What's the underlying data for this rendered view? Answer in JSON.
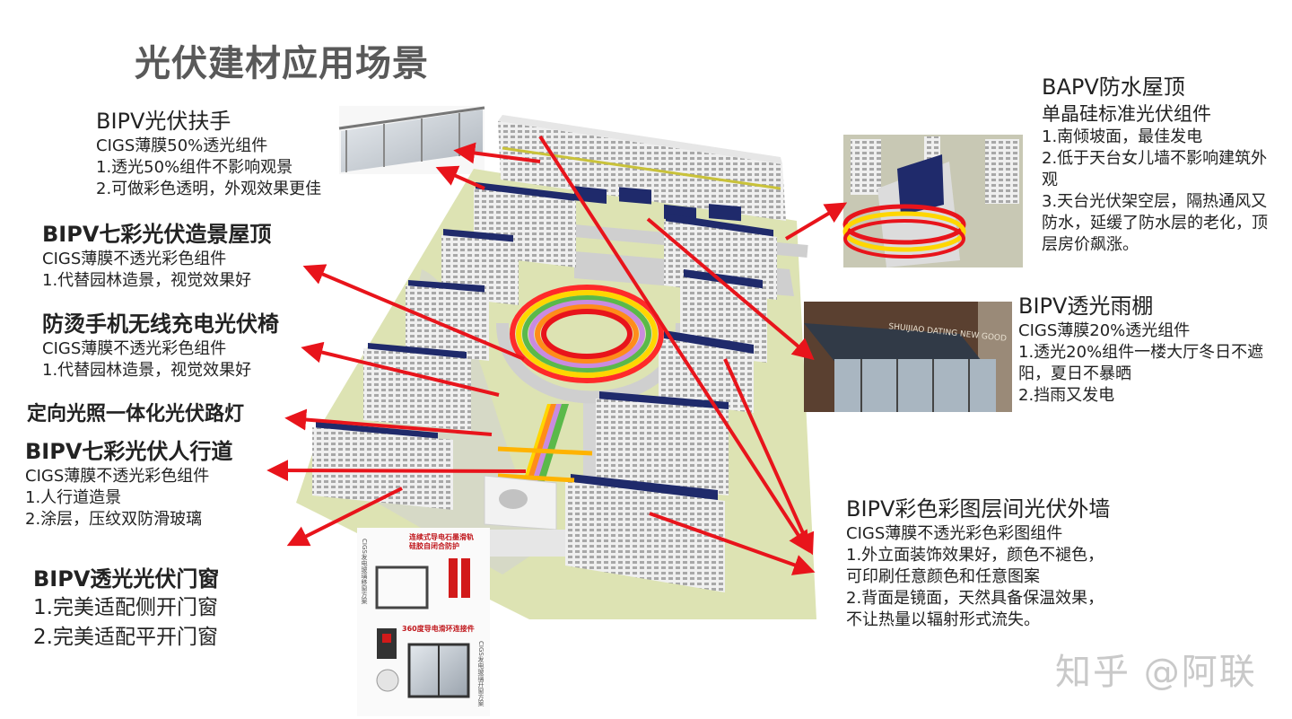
{
  "title": "光伏建材应用场景",
  "watermark": "知乎 @阿联",
  "left": {
    "handrail": {
      "heading": "BIPV光伏扶手",
      "lines": [
        "CIGS薄膜50%透光组件",
        "1.透光50%组件不影响观景",
        "2.可做彩色透明，外观效果更佳"
      ]
    },
    "roof": {
      "heading": "BIPV七彩光伏造景屋顶",
      "lines": [
        "CIGS薄膜不透光彩色组件",
        "1.代替园林造景，视觉效果好"
      ]
    },
    "chair": {
      "heading": "防烫手机无线充电光伏椅",
      "lines": [
        "CIGS薄膜不透光彩色组件",
        "1.代替园林造景，视觉效果好"
      ]
    },
    "streetlight": {
      "heading": "定向光照一体化光伏路灯"
    },
    "sidewalk": {
      "heading": "BIPV七彩光伏人行道",
      "lines": [
        "CIGS薄膜不透光彩色组件",
        "1.人行道造景",
        "2.涂层，压纹双防滑玻璃"
      ]
    },
    "window": {
      "heading": "BIPV透光光伏门窗",
      "lines": [
        "1.完美适配侧开门窗",
        "2.完美适配平开门窗"
      ]
    }
  },
  "right": {
    "bapv": {
      "heading": "BAPV防水屋顶",
      "subheading": "单晶硅标准光伏组件",
      "lines": [
        "1.南倾坡面，最佳发电",
        "2.低于天台女儿墙不影响建筑外观",
        "3.天台光伏架空层，隔热通风又防水，延缓了防水层的老化，顶层房价飙涨。"
      ]
    },
    "canopy": {
      "heading": "BIPV透光雨棚",
      "lines": [
        "CIGS薄膜20%透光组件",
        "1.透光20%组件一楼大厅冬日不遮阳，夏日不暴晒",
        "2.挡雨又发电"
      ],
      "sign_text": "SHUIJIAO DATING NEW GOOD"
    },
    "facade": {
      "heading": "BIPV彩色彩图层间光伏外墙",
      "lines": [
        "CIGS薄膜不透光彩色彩图组件",
        "1.外立面装饰效果好，颜色不褪色，",
        "可印刷任意颜色和任意图案",
        "2.背面是镜面，天然具备保温效果，",
        "不让热量以辐射形式流失。"
      ]
    }
  },
  "door_diagram": {
    "label_top": "连续式导电石墨滑轨\n硅胶自闭合防护",
    "label_side_top": "CIGS发电玻璃移窗方案",
    "label_bottom": "360度导电滑环连接件",
    "label_side_bottom": "CIGS发电玻璃开窗方案"
  },
  "colors": {
    "arrow": "#e8141b",
    "panel": "#1f2a6b",
    "ground": "#dfe3b5",
    "road": "#c9c9c9",
    "building": "#eeeeee"
  }
}
